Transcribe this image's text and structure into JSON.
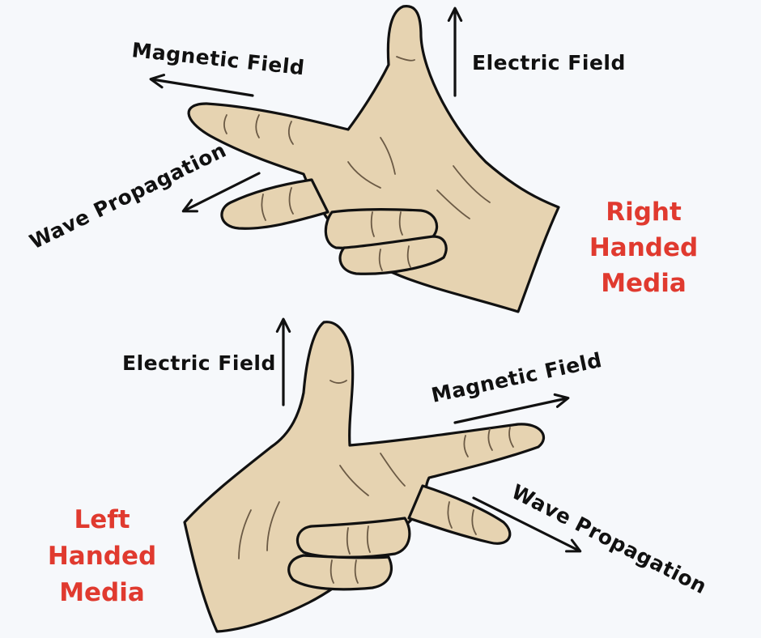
{
  "colors": {
    "background": "#f6f8fb",
    "skin": "#e6d3b1",
    "outline": "#111111",
    "title_red": "#e03a2f"
  },
  "right_hand": {
    "title_lines": [
      "Right",
      "Handed",
      "Media"
    ],
    "magnetic_label": "Magnetic Field",
    "electric_label": "Electric Field",
    "wave_label": "Wave Propagation"
  },
  "left_hand": {
    "title_lines": [
      "Left",
      "Handed",
      "Media"
    ],
    "magnetic_label": "Magnetic Field",
    "electric_label": "Electric Field",
    "wave_label": "Wave Propagation"
  }
}
